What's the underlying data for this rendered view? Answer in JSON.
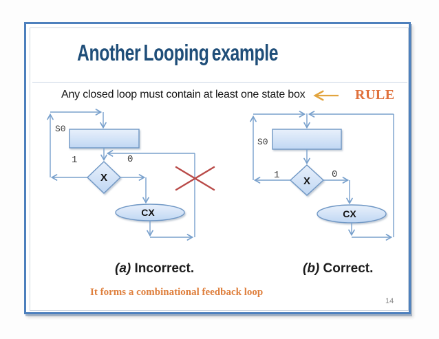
{
  "slide": {
    "title": "Another Looping example",
    "page_number": "14"
  },
  "rule": {
    "text": "Any closed loop must contain at least one state box",
    "label": "RULE"
  },
  "note": "It forms a combinational feedback loop",
  "captions": {
    "a_prefix": "(a)",
    "a_label": "Incorrect.",
    "b_prefix": "(b)",
    "b_label": "Correct."
  },
  "diagram_incorrect": {
    "state_label": "S0",
    "branch_one": "1",
    "branch_zero": "0",
    "decision_label": "X",
    "output_label": "CX"
  },
  "diagram_correct": {
    "state_label": "S0",
    "branch_one": "1",
    "branch_zero": "0",
    "decision_label": "X",
    "output_label": "CX"
  },
  "colors": {
    "connector": "#78a0cc",
    "shape_border": "#6e96c4",
    "shape_fill_top": "#e8f0fb",
    "shape_fill_bottom": "#c0d7f3",
    "title": "#1f4e79",
    "rule_label": "#e0713c",
    "rule_arrow": "#e2a43e",
    "note": "#df803e",
    "incorrect_mark": "#b94a48",
    "slide_border": "#4d80bd"
  }
}
